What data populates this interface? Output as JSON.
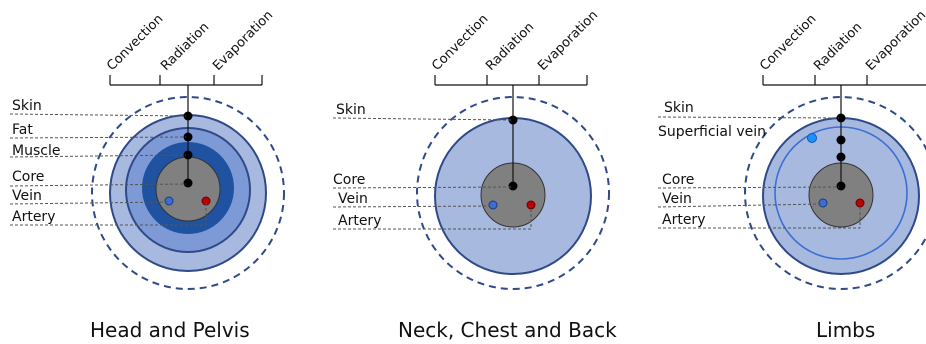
{
  "heat_loss": [
    "Convection",
    "Radiation",
    "Evaporation"
  ],
  "colors": {
    "skin_layer": "#a8b9df",
    "fat_layer": "#7e9ad6",
    "muscle_layer": "#1f52a0",
    "core": "#808080",
    "boundary_stroke": "#2e4a88",
    "vein": "#3b6fd6",
    "artery": "#c00000",
    "superficial_vein": "#1e90ff"
  },
  "panels": [
    {
      "caption": "Head and Pelvis",
      "layers": {
        "skin": "Skin",
        "fat": "Fat",
        "muscle": "Muscle",
        "core": "Core",
        "vein": "Vein",
        "artery": "Artery"
      }
    },
    {
      "caption": "Neck, Chest and Back",
      "layers": {
        "skin": "Skin",
        "core": "Core",
        "vein": "Vein",
        "artery": "Artery"
      }
    },
    {
      "caption": "Limbs",
      "layers": {
        "skin": "Skin",
        "superficial_vein": "Superficial vein",
        "core": "Core",
        "vein": "Vein",
        "artery": "Artery"
      }
    }
  ]
}
